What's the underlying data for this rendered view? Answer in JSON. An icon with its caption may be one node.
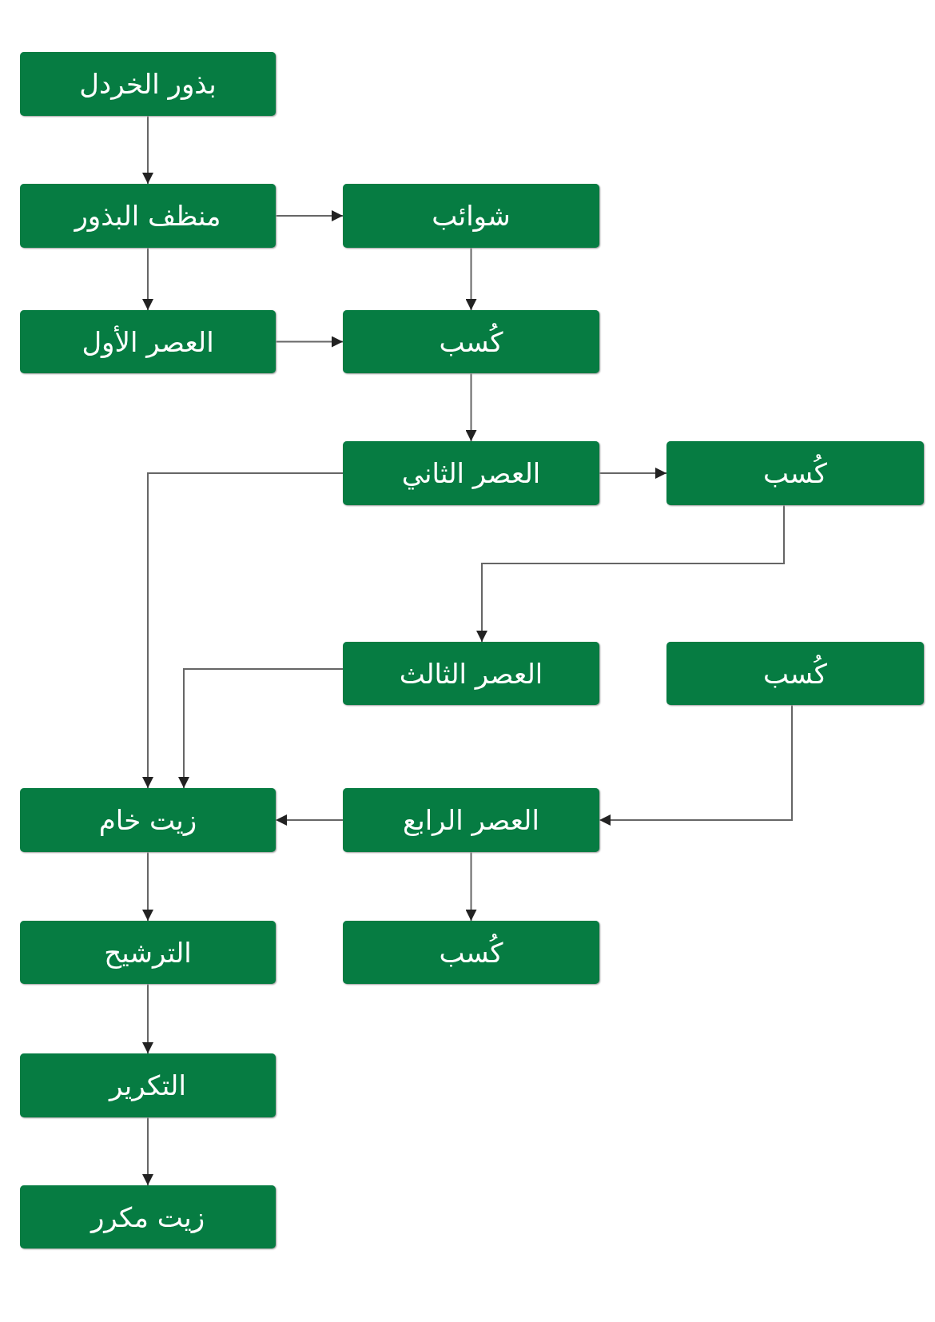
{
  "diagram": {
    "nodes": [
      {
        "text": [
          "بذور الخردل"
        ]
      },
      {
        "text": [
          "منظف البذور"
        ]
      },
      {
        "text": [
          "شوائب"
        ]
      },
      {
        "text": [
          "العصر الأول"
        ]
      },
      {
        "text": [
          "كُسب"
        ]
      },
      {
        "text": [
          "العصر الثاني"
        ]
      },
      {
        "text": [
          "كُسب"
        ]
      },
      {
        "text": [
          "العصر الثالث"
        ]
      },
      {
        "text": [
          "كُسب"
        ]
      },
      {
        "text": [
          "زيت خام"
        ]
      },
      {
        "text": [
          "العصر الرابع"
        ]
      },
      {
        "text": [
          "الترشيح"
        ]
      },
      {
        "text": [
          "كُسب"
        ]
      },
      {
        "text": [
          "التكرير"
        ]
      },
      {
        "text": [
          "زيت مكرر"
        ]
      }
    ],
    "edges": [
      {
        "from": 0,
        "to": 1,
        "arrow": "to"
      },
      {
        "from": 1,
        "to": 2,
        "arrow": "to"
      },
      {
        "from": 1,
        "to": 3,
        "arrow": "to"
      },
      {
        "from": 2,
        "to": 4,
        "arrow": "to"
      },
      {
        "from": 3,
        "to": 4,
        "arrow": "to"
      },
      {
        "from": 4,
        "to": 5,
        "arrow": "to"
      },
      {
        "from": 5,
        "to": 6,
        "arrow": "to"
      },
      {
        "from": 6,
        "to": 7,
        "arrow": "to"
      },
      {
        "from": 5,
        "to": 9,
        "arrow": "to"
      },
      {
        "from": 7,
        "to": 9,
        "arrow": "to"
      },
      {
        "from": 8,
        "to": 10,
        "arrow": "to"
      },
      {
        "from": 10,
        "to": 9,
        "arrow": "to"
      },
      {
        "from": 10,
        "to": 12,
        "arrow": "to"
      },
      {
        "from": 9,
        "to": 11,
        "arrow": "to"
      },
      {
        "from": 11,
        "to": 13,
        "arrow": "to"
      },
      {
        "from": 13,
        "to": 14,
        "arrow": "to"
      }
    ]
  }
}
